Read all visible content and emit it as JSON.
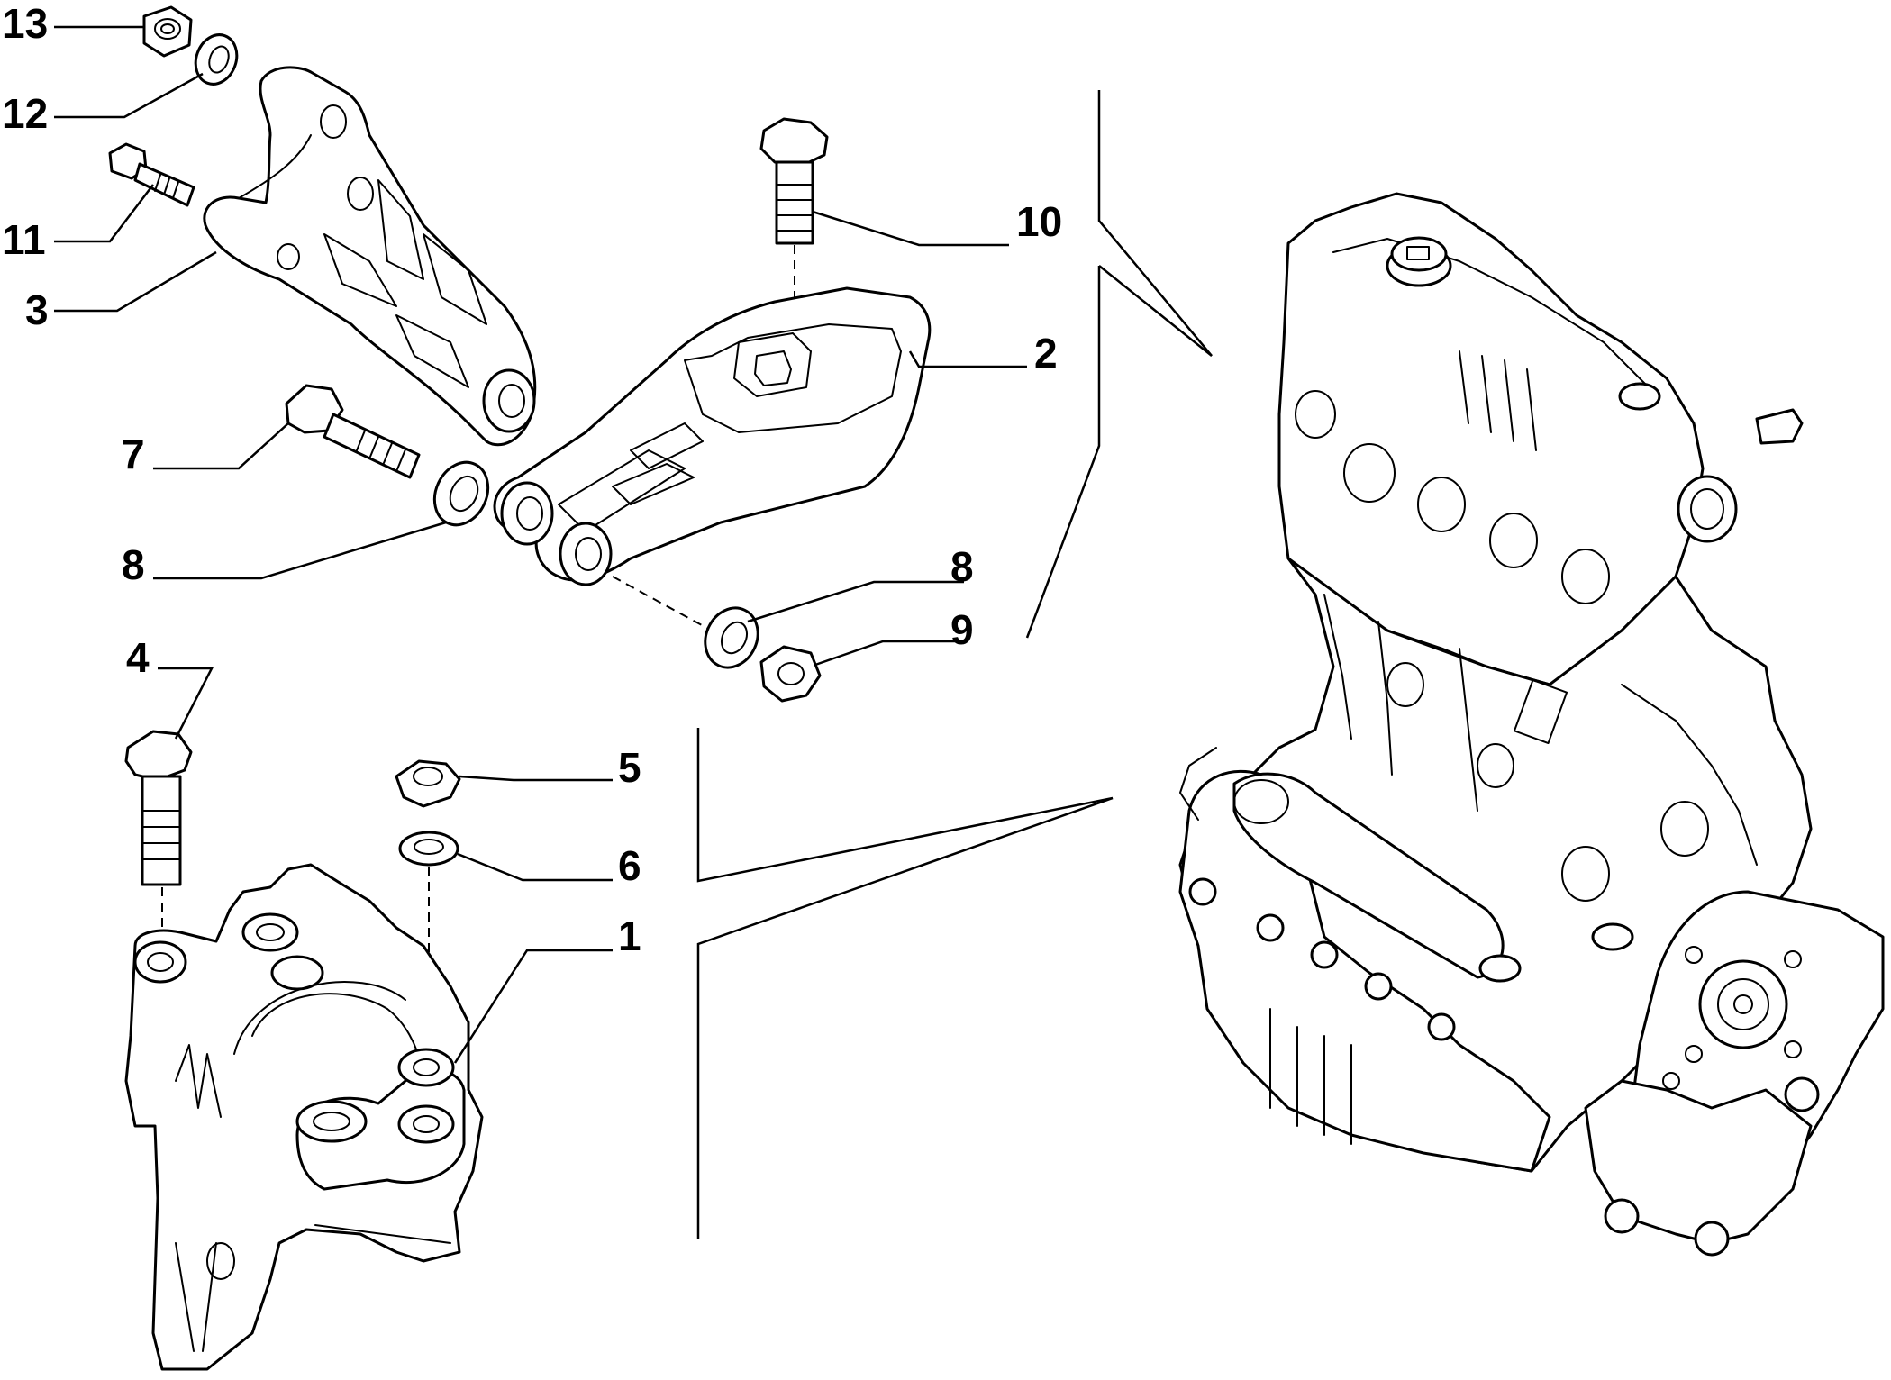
{
  "callouts": [
    {
      "id": "13",
      "label": "13"
    },
    {
      "id": "12",
      "label": "12"
    },
    {
      "id": "11",
      "label": "11"
    },
    {
      "id": "3",
      "label": "3"
    },
    {
      "id": "10",
      "label": "10"
    },
    {
      "id": "2",
      "label": "2"
    },
    {
      "id": "7",
      "label": "7"
    },
    {
      "id": "8a",
      "label": "8"
    },
    {
      "id": "8b",
      "label": "8"
    },
    {
      "id": "9",
      "label": "9"
    },
    {
      "id": "4",
      "label": "4"
    },
    {
      "id": "5",
      "label": "5"
    },
    {
      "id": "6",
      "label": "6"
    },
    {
      "id": "1",
      "label": "1"
    }
  ]
}
